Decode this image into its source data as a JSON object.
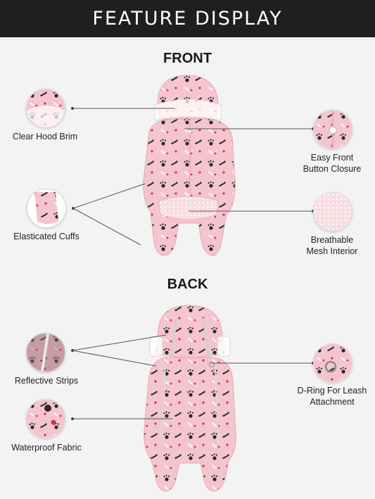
{
  "banner": {
    "title": "FEATURE DISPLAY"
  },
  "front": {
    "title": "FRONT",
    "features": [
      {
        "id": "clear-hood-brim",
        "label": "Clear Hood Brim"
      },
      {
        "id": "elasticated-cuffs",
        "label": "Elasticated Cuffs"
      },
      {
        "id": "easy-front-button-closure",
        "label_line1": "Easy Front",
        "label_line2": "Button Closure"
      },
      {
        "id": "breathable-mesh-interior",
        "label_line1": "Breathable",
        "label_line2": "Mesh Interior"
      }
    ]
  },
  "back": {
    "title": "BACK",
    "features": [
      {
        "id": "reflective-strips",
        "label": "Reflective Strips"
      },
      {
        "id": "waterproof-fabric",
        "label": "Waterproof Fabric"
      },
      {
        "id": "d-ring-for-leash-attachment",
        "label_line1": "D-Ring For Leash",
        "label_line2": "Attachment"
      }
    ]
  },
  "colors": {
    "banner_bg": "#1f1f1f",
    "fabric_pink": "#f5c5cf",
    "print_black": "#2a2a2a",
    "print_red": "#d9303a",
    "line_gray": "#555555"
  }
}
